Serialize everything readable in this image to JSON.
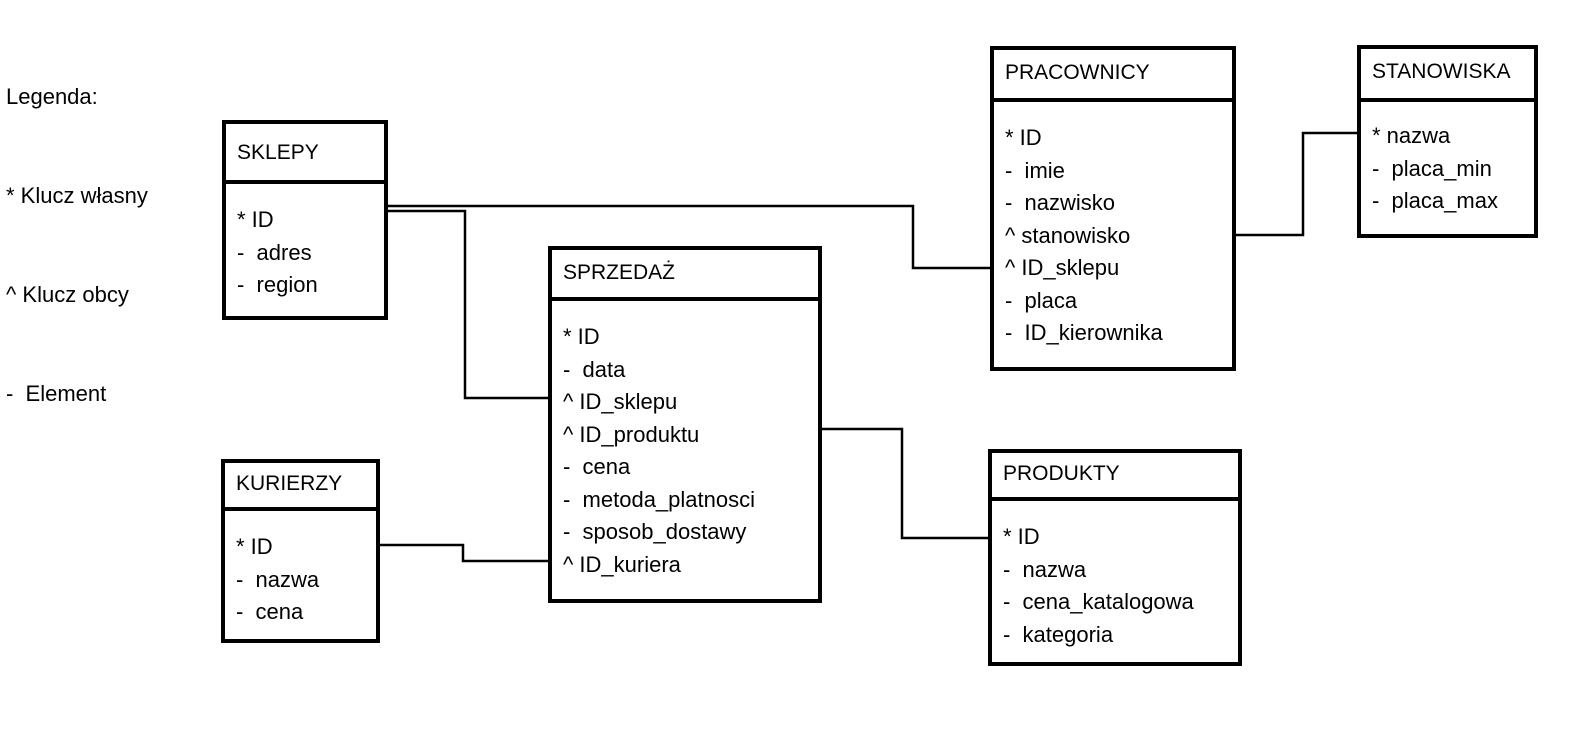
{
  "legend": {
    "title": "Legenda:",
    "lines": [
      "* Klucz własny",
      "^ Klucz obcy",
      "-  Element"
    ]
  },
  "entities": {
    "sklepy": {
      "title": "SKLEPY",
      "fields": [
        "* ID",
        "-  adres",
        "-  region"
      ]
    },
    "sprzedaz": {
      "title": "SPRZEDAŻ",
      "fields": [
        "* ID",
        "-  data",
        "^ ID_sklepu",
        "^ ID_produktu",
        "-  cena",
        "-  metoda_platnosci",
        "-  sposob_dostawy",
        "^ ID_kuriera"
      ]
    },
    "kurierzy": {
      "title": "KURIERZY",
      "fields": [
        "* ID",
        "-  nazwa",
        "-  cena"
      ]
    },
    "pracownicy": {
      "title": "PRACOWNICY",
      "fields": [
        "* ID",
        "-  imie",
        "-  nazwisko",
        "^ stanowisko",
        "^ ID_sklepu",
        "-  placa",
        "-  ID_kierownika"
      ]
    },
    "stanowiska": {
      "title": "STANOWISKA",
      "fields": [
        "* nazwa",
        "-  placa_min",
        "-  placa_max"
      ]
    },
    "produkty": {
      "title": "PRODUKTY",
      "fields": [
        "* ID",
        "-  nazwa",
        "-  cena_katalogowa",
        "-  kategoria"
      ]
    }
  }
}
